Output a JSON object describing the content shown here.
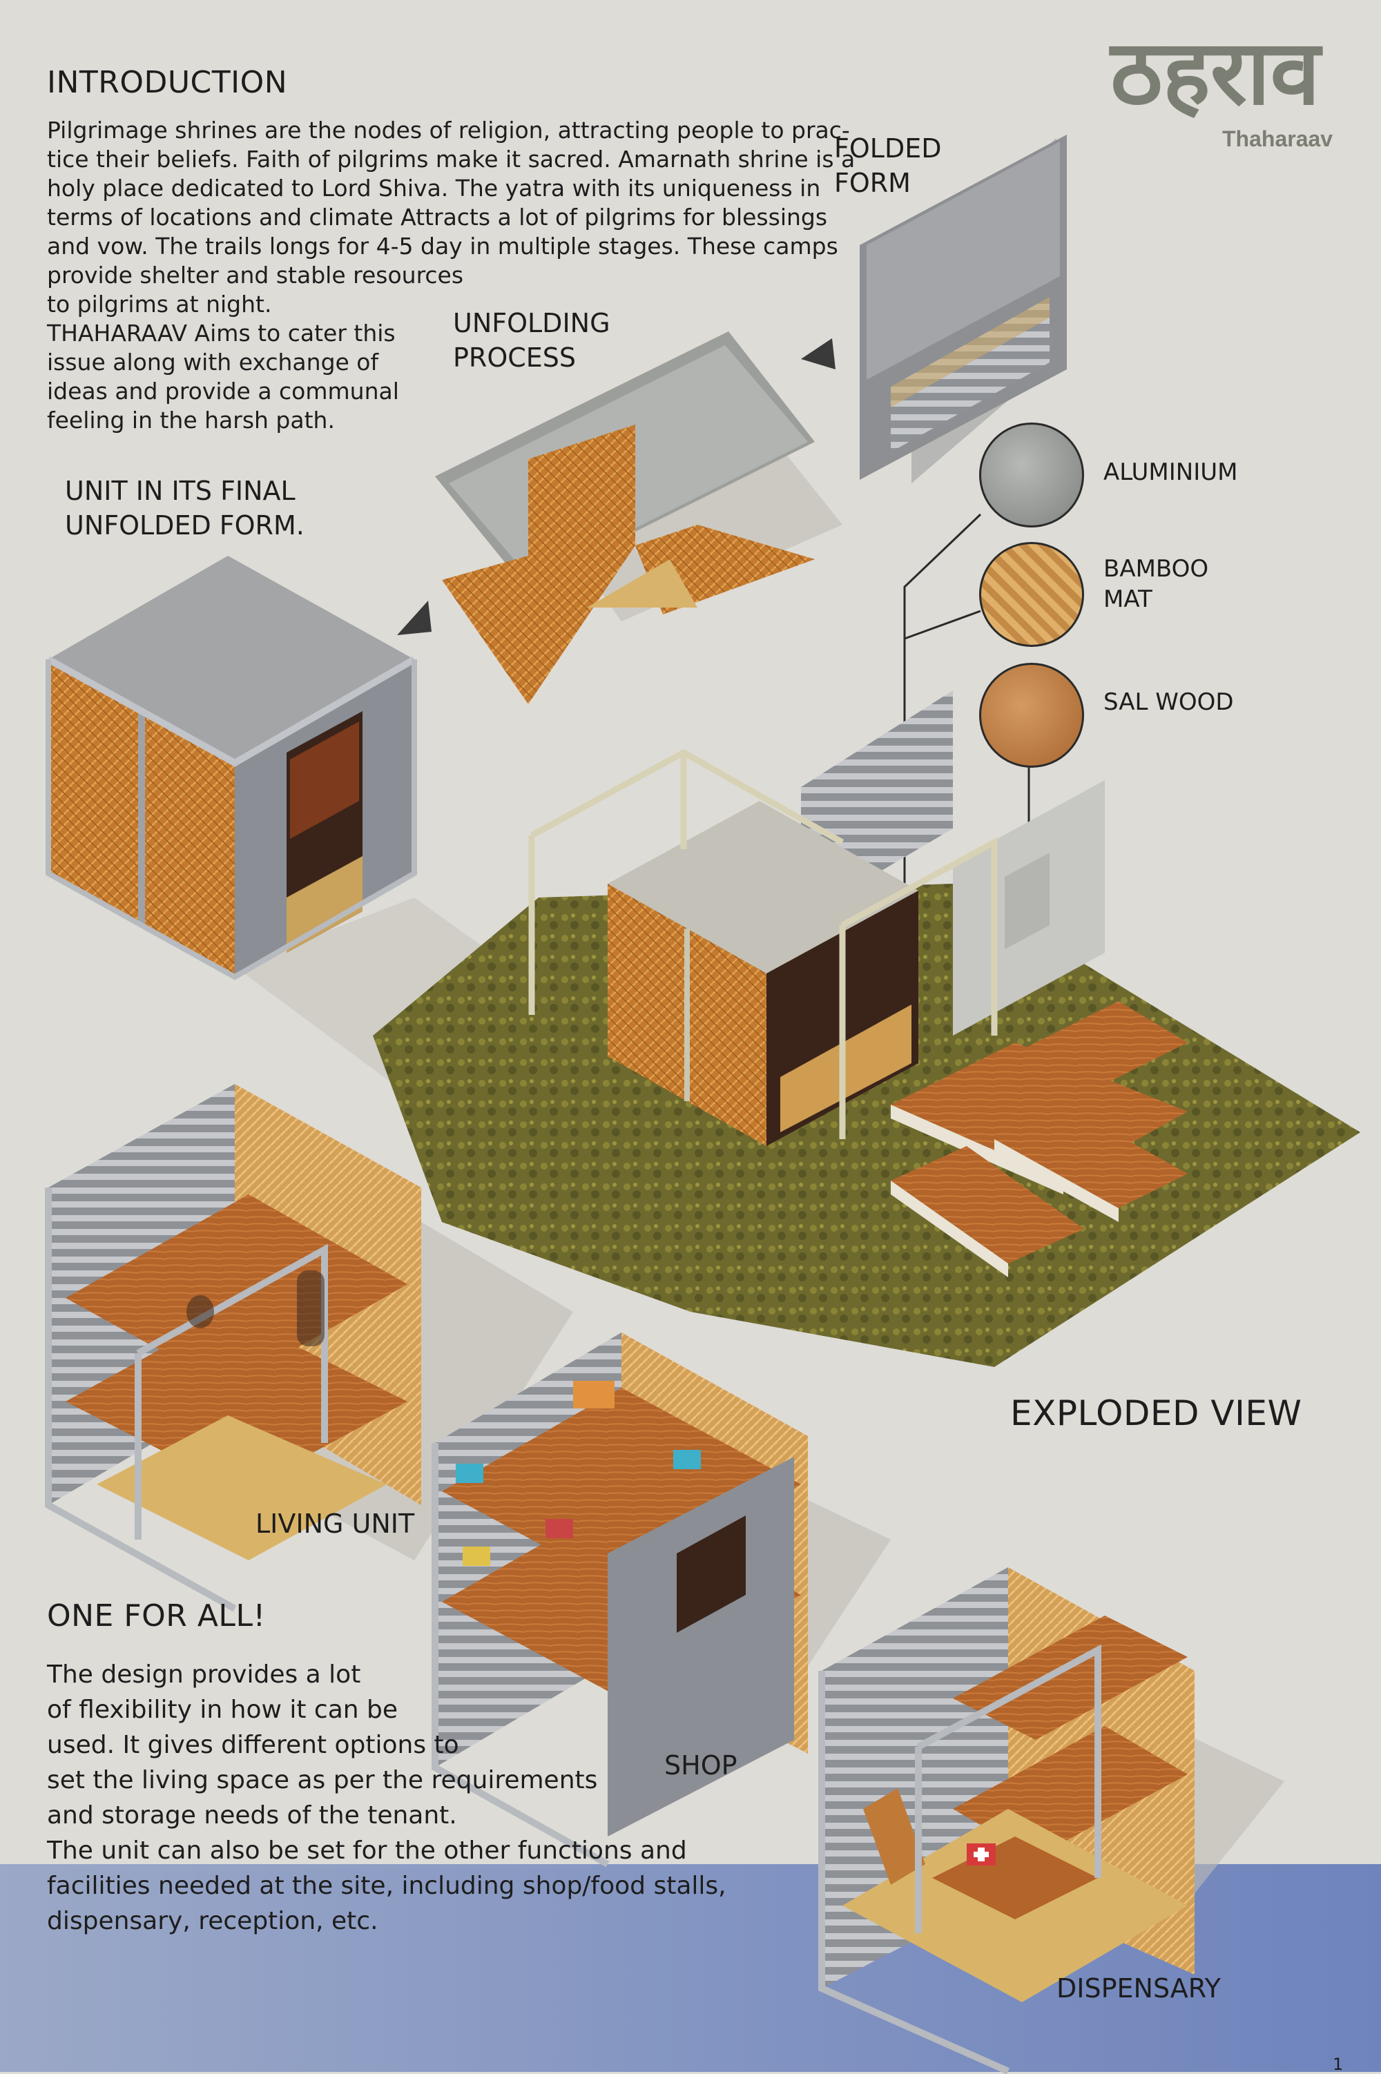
{
  "brand": {
    "title_hindi": "ठहराव",
    "title_latin": "Thaharaav"
  },
  "introduction": {
    "heading": "INTRODUCTION",
    "lines": [
      "Pilgrimage shrines are the nodes of religion, attracting people to prac-",
      "tice their beliefs. Faith of pilgrims make it sacred. Amarnath shrine is a",
      "holy place dedicated to Lord Shiva. The yatra with its uniqueness in",
      "terms of locations and climate Attracts a lot of pilgrims for blessings",
      "and vow. The trails longs for 4-5 day in multiple stages. These camps",
      "provide shelter and stable resources",
      "to pilgrims at night.",
      "THAHARAAV Aims to cater this",
      "issue along with exchange of",
      "ideas and provide a communal",
      "feeling in the harsh path."
    ]
  },
  "labels": {
    "folded_form": [
      "FOLDED",
      "FORM"
    ],
    "unfolding_process": [
      "UNFOLDING",
      "PROCESS"
    ],
    "final_form": [
      "UNIT IN ITS FINAL",
      "UNFOLDED FORM."
    ],
    "exploded_view": "EXPLODED VIEW",
    "living_unit": "LIVING UNIT",
    "shop": "SHOP",
    "dispensary": "DISPENSARY"
  },
  "materials": [
    {
      "lines": [
        "ALUMINIUM"
      ],
      "color": "#9a9c99"
    },
    {
      "lines": [
        "BAMBOO",
        "MAT"
      ],
      "color": "#b48a4a"
    },
    {
      "lines": [
        "SAL WOOD"
      ],
      "color": "#c0824a"
    }
  ],
  "one_for_all": {
    "heading": "ONE FOR ALL!",
    "lines": [
      "The design provides a lot",
      "of flexibility in how it can be",
      "used. It gives different options to",
      "set the living space as per the requirements",
      "and storage needs of the tenant.",
      "The unit can also be set for the other functions and",
      "facilities needed at the site, including shop/food stalls,",
      "dispensary, reception, etc."
    ]
  },
  "page_number": "1"
}
